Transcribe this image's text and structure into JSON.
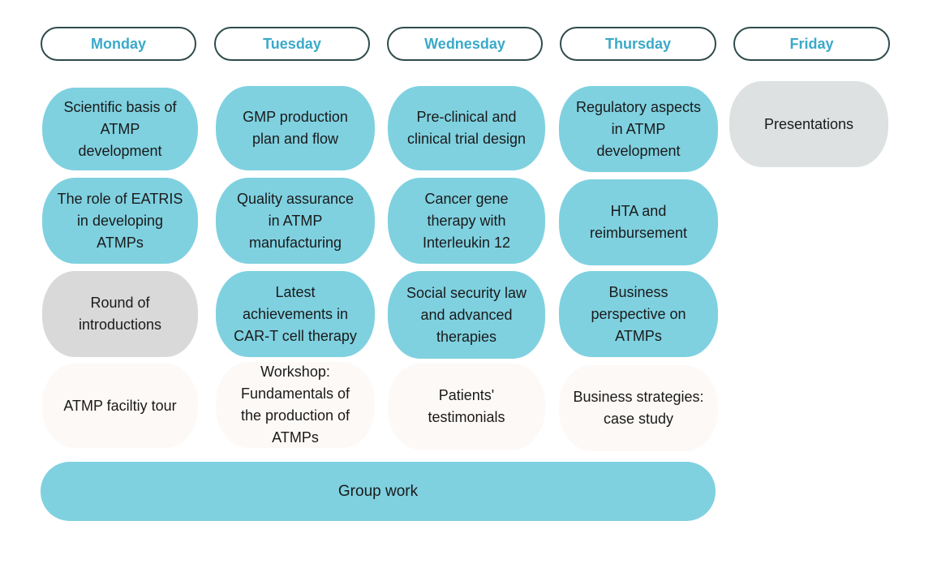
{
  "days": [
    "Monday",
    "Tuesday",
    "Wednesday",
    "Thursday",
    "Friday"
  ],
  "sessions": {
    "monday": [
      "Scientific basis of\nATMP\ndevelopment",
      "The role of EATRIS\nin developing\nATMPs",
      "Round of\nintroductions",
      "ATMP faciltiy tour"
    ],
    "tuesday": [
      "GMP production\nplan and flow",
      "Quality assurance\nin ATMP\nmanufacturing",
      "Latest\nachievements in\nCAR-T cell therapy",
      "Workshop:\nFundamentals of\nthe production of\nATMPs"
    ],
    "wednesday": [
      "Pre-clinical and\nclinical trial design",
      "Cancer gene\ntherapy with\nInterleukin 12",
      "Social security law\nand advanced\ntherapies",
      "Patients'\ntestimonials"
    ],
    "thursday": [
      "Regulatory aspects\nin ATMP\ndevelopment",
      "HTA and\nreimbursement",
      "Business\nperspective on\nATMPs",
      "Business strategies:\ncase study"
    ],
    "friday": [
      "Presentations"
    ]
  },
  "group_work": "Group work",
  "colors": {
    "session_blue": "#7fd1e0",
    "session_grey": "#d9d9d9",
    "session_cream": "#fdf9f6",
    "day_text": "#3aa9c9",
    "day_border": "#2f4b4b"
  }
}
